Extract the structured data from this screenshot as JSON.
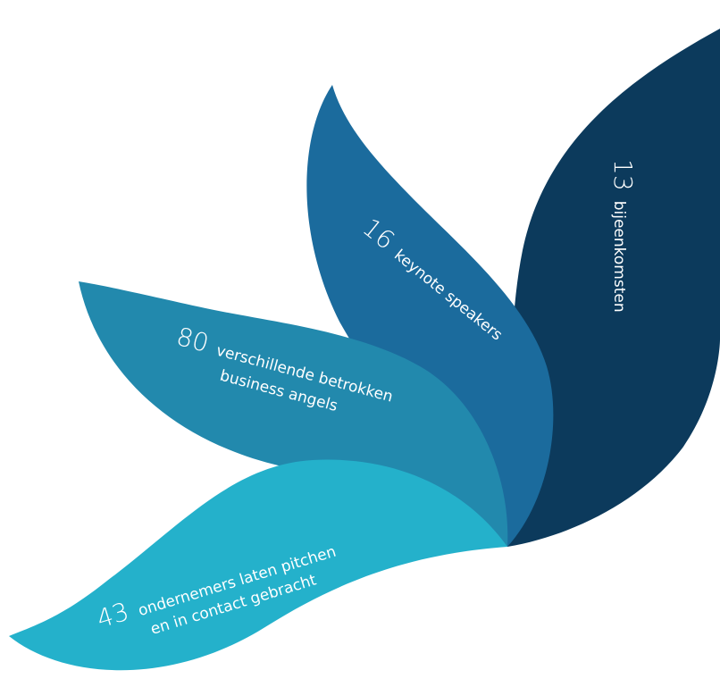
{
  "colors": {
    "background": "#ffffff",
    "petal_1": "#0c3a5c",
    "petal_2": "#1b6b9d",
    "petal_3": "#2289ad",
    "petal_4": "#24b1cb",
    "text": "#ffffff"
  },
  "stats": [
    {
      "number": "13",
      "label": "bijeenkomsten"
    },
    {
      "number": "16",
      "label": "keynote speakers"
    },
    {
      "number": "80",
      "label_line1": "verschillende betrokken",
      "label_line2": "business angels"
    },
    {
      "number": "43",
      "label_line1": "ondernemers laten pitchen",
      "label_line2": "en in contact gebracht"
    }
  ]
}
